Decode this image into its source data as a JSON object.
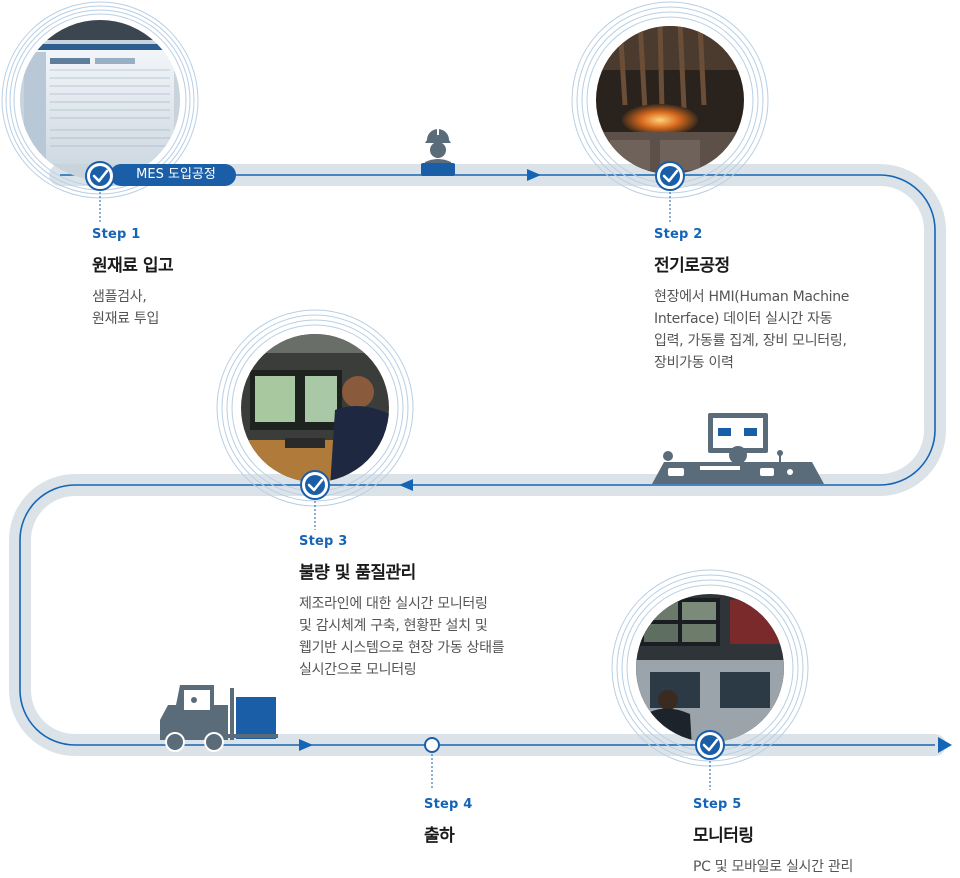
{
  "mes_badge": "MES 도입공정",
  "steps": [
    {
      "number": "Step 1",
      "title": "원재료 입고",
      "desc": [
        "샘플검사,",
        "원재료 투입"
      ]
    },
    {
      "number": "Step 2",
      "title": "전기로공정",
      "desc": [
        "현장에서 HMI(Human Machine",
        "Interface) 데이터 실시간 자동",
        "입력, 가동률 집계, 장비 모니터링,",
        "장비가동 이력"
      ]
    },
    {
      "number": "Step 3",
      "title": "불량 및 품질관리",
      "desc": [
        "제조라인에 대한 실시간 모니터링",
        "및 감시체계 구축, 현황판 설치 및",
        "웹기반 시스템으로 현장 가동 상태를",
        "실시간으로 모니터링"
      ]
    },
    {
      "number": "Step 4",
      "title": "출하",
      "desc": []
    },
    {
      "number": "Step 5",
      "title": "모니터링",
      "desc": [
        "PC 및 모바일로 실시간 관리"
      ]
    }
  ],
  "colors": {
    "track": "#dce3e8",
    "line": "#1565b6",
    "accent": "#1b5ea8",
    "icon": "#5a6b7a"
  },
  "icons": [
    "check-icon",
    "worker-icon",
    "control-desk-icon",
    "forklift-icon",
    "arrow-icon"
  ]
}
